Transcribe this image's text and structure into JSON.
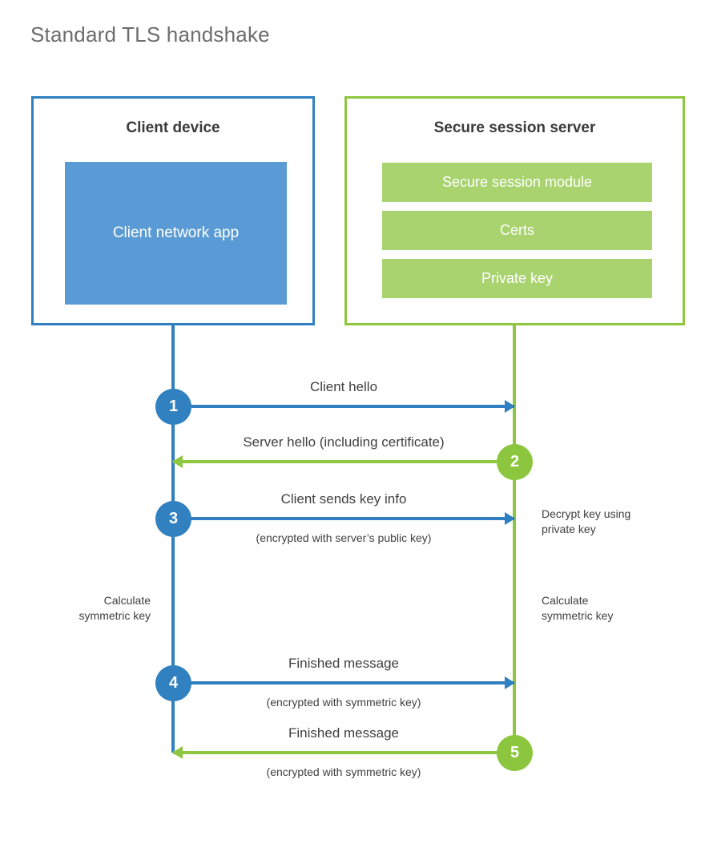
{
  "title": "Standard TLS handshake",
  "colors": {
    "client_border": "#2f7fc1",
    "client_fill": "#5b9bd5",
    "server_border": "#8dc63f",
    "server_fill": "#a9d36f",
    "client_accent": "#3180bf",
    "server_accent": "#8cc63e",
    "text": "#3f3f3f",
    "title_text": "#6d6d6d",
    "background": "#ffffff"
  },
  "client": {
    "title": "Client device",
    "app_label": "Client network app"
  },
  "server": {
    "title": "Secure session server",
    "components": [
      {
        "label": "Secure session module"
      },
      {
        "label": "Certs"
      },
      {
        "label": "Private key"
      }
    ]
  },
  "steps": [
    {
      "number": "1",
      "label": "Client hello",
      "sub": "",
      "direction": "client-to-server",
      "color": "blue"
    },
    {
      "number": "2",
      "label": "Server hello (including certificate)",
      "sub": "",
      "direction": "server-to-client",
      "color": "green"
    },
    {
      "number": "3",
      "label": "Client sends key info",
      "sub": "(encrypted with server’s public key)",
      "direction": "client-to-server",
      "color": "blue"
    },
    {
      "number": "4",
      "label": "Finished message",
      "sub": "(encrypted with symmetric key)",
      "direction": "client-to-server",
      "color": "blue"
    },
    {
      "number": "5",
      "label": "Finished message",
      "sub": "(encrypted with symmetric key)",
      "direction": "server-to-client",
      "color": "green"
    }
  ],
  "annotations": {
    "decrypt_key": "Decrypt key using\nprivate key",
    "client_calculate": "Calculate\nsymmetric key",
    "server_calculate": "Calculate\nsymmetric key"
  }
}
